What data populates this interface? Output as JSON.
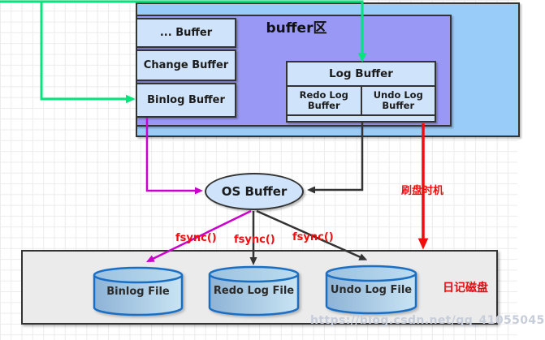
{
  "buffer_area": {
    "title": "buffer区",
    "misc_buffer": "...  Buffer",
    "change_buffer": "Change Buffer",
    "binlog_buffer": "Binlog Buffer",
    "log_buffer": {
      "title": "Log Buffer",
      "redo": "Redo Log Buffer",
      "undo": "Undo Log Buffer"
    }
  },
  "os_buffer": {
    "label": "OS Buffer"
  },
  "disk_area": {
    "label": "日记磁盘",
    "binlog_file": "Binlog File",
    "redo_file": "Redo Log File",
    "undo_file": "Undo Log File"
  },
  "annotations": {
    "flush_timing": "刷盘时机",
    "fsync_1": "fsync()",
    "fsync_2": "fsync()",
    "fsync_3": "fsync()"
  },
  "watermark": "https://blog.csdn.net/qq_41055045",
  "colors": {
    "outer_box_fill": "#99ccf8",
    "buffer_zone_fill": "#9999f5",
    "buffer_box_fill": "#cfe3fa",
    "disk_box_fill": "#ebebeb",
    "cylinder_stroke": "#1a6fc4",
    "green_arrow": "#00e57c",
    "magenta_arrow": "#cc00cc",
    "black_arrow": "#333333",
    "red_arrow": "#f20d0d"
  }
}
